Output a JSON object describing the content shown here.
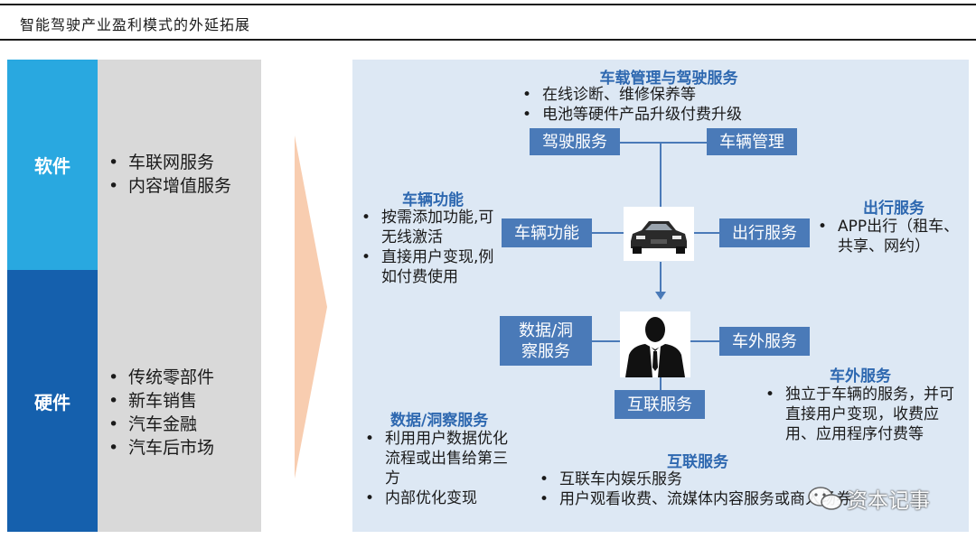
{
  "page_title": "智能驾驶产业盈利模式的外延拓展",
  "left": {
    "software": {
      "label": "软件",
      "items": [
        "车联网服务",
        "内容增值服务"
      ]
    },
    "hardware": {
      "label": "硬件",
      "items": [
        "传统零部件",
        "新车销售",
        "汽车金融",
        "汽车后市场"
      ]
    }
  },
  "diagram": {
    "top": {
      "heading": "车载管理与驾驶服务",
      "bullets": [
        "在线诊断、维修保养等",
        "电池等硬件产品升级付费升级"
      ]
    },
    "boxes": {
      "drive": "驾驶服务",
      "vehicle_mgmt": "车辆管理",
      "vehicle_func": "车辆功能",
      "mobility": "出行服务",
      "data_line1": "数据/洞",
      "data_line2": "察服务",
      "external": "车外服务",
      "connected": "互联服务"
    },
    "vehicle_func_text": {
      "heading": "车辆功能",
      "bullets": [
        "按需添加功能,可无线激活",
        "直接用户变现,例如付费使用"
      ]
    },
    "mobility_text": {
      "heading": "出行服务",
      "bullets": [
        "APP出行（租车、共享、网约）"
      ]
    },
    "external_text": {
      "heading": "车外服务",
      "bullets": [
        "独立于车辆的服务，并可直接用户变现，收费应用、应用程序付费等"
      ]
    },
    "data_text": {
      "heading": "数据/洞察服务",
      "bullets": [
        "利用用户数据优化流程或出售给第三方",
        "内部优化变现"
      ]
    },
    "connected_text": {
      "heading": "互联服务",
      "bullets": [
        "互联车内娱乐服务",
        "用户观看收费、流媒体内容服务或商入场券"
      ]
    }
  },
  "watermark": "资本记事",
  "colors": {
    "software": "#29a8e0",
    "hardware": "#1560ad",
    "box": "#4a7ab8",
    "heading": "#2e68b0",
    "panel": "#dde8f4",
    "arrow": "#f8cdb0"
  }
}
